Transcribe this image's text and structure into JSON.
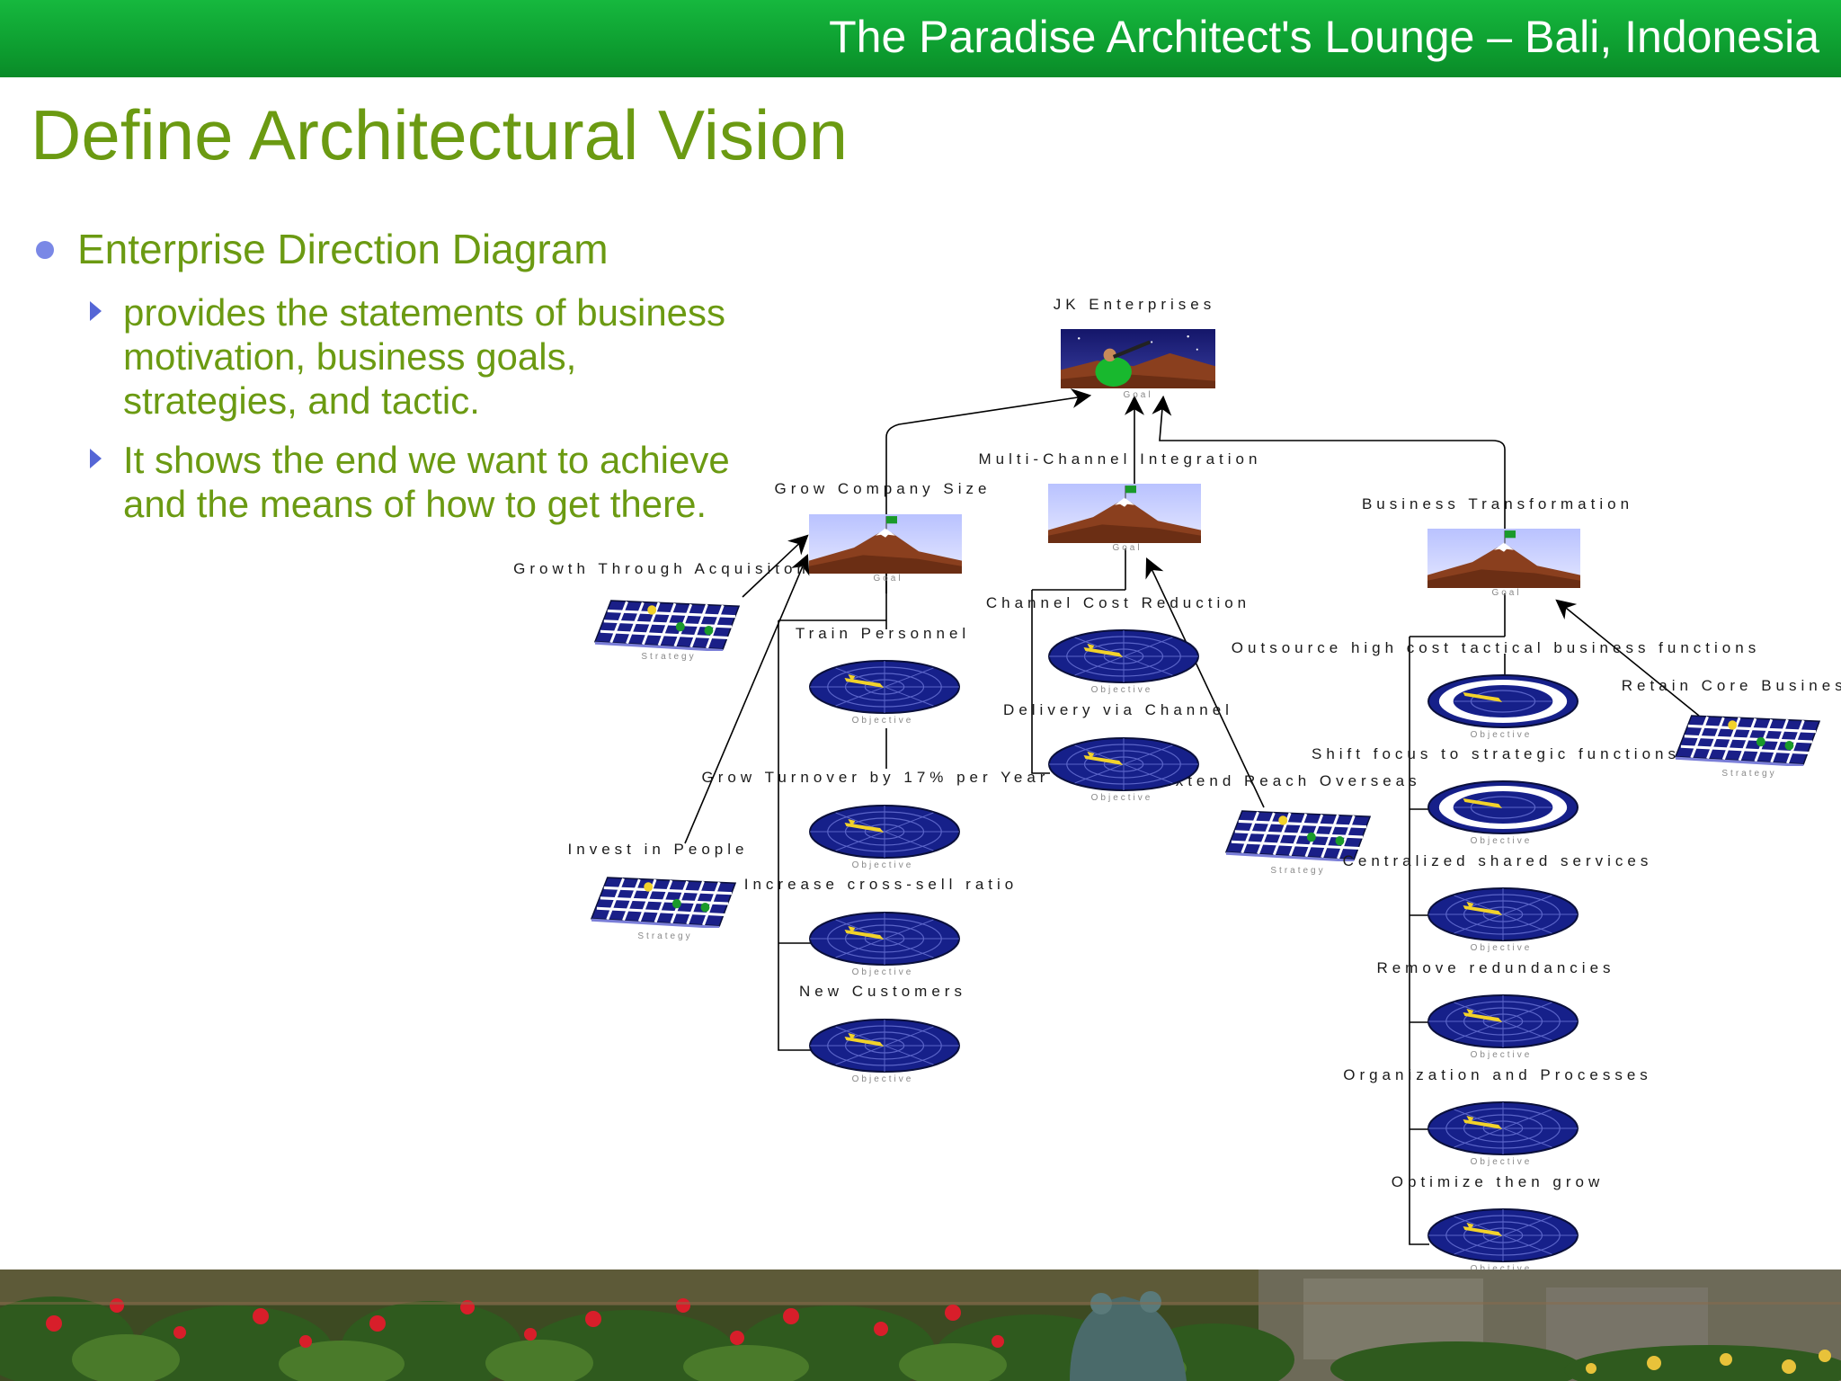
{
  "header": {
    "title": "The Paradise Architect's Lounge – Bali, Indonesia"
  },
  "slide": {
    "title": "Define Architectural Vision",
    "bullet": "Enterprise Direction Diagram",
    "sub_bullets": [
      "provides the statements of business motivation, business goals, strategies, and tactic.",
      "It shows the end we want to achieve and the means of how to get there."
    ]
  },
  "diagram": {
    "root": "JK Enterprises",
    "goals": [
      "Grow Company Size",
      "Multi-Channel Integration",
      "Business Transformation"
    ],
    "strategies": [
      "Growth Through Acquisiton",
      "Invest in People",
      "Extend Reach Overseas",
      "Retain Core Business"
    ],
    "objectives_grow": [
      "Train Personnel",
      "Grow Turnover by 17% per Year",
      "Increase cross-sell ratio",
      "New Customers"
    ],
    "objectives_channel": [
      "Channel Cost Reduction",
      "Delivery via Channel"
    ],
    "objectives_transform": [
      "Outsource high cost tactical business functions",
      "Shift focus to strategic functions",
      "Centralized shared services",
      "Remove redundancies",
      "Organization and Processes",
      "Optimize then grow"
    ],
    "captions": {
      "goal": "Goal",
      "objective": "Objective",
      "strategy": "Strategy"
    }
  },
  "colors": {
    "header_green": "#0ea834",
    "title_green": "#6b9a12",
    "bullet_blue": "#7a88e6",
    "arrow_blue": "#5566d6",
    "target_navy": "#16208a"
  }
}
